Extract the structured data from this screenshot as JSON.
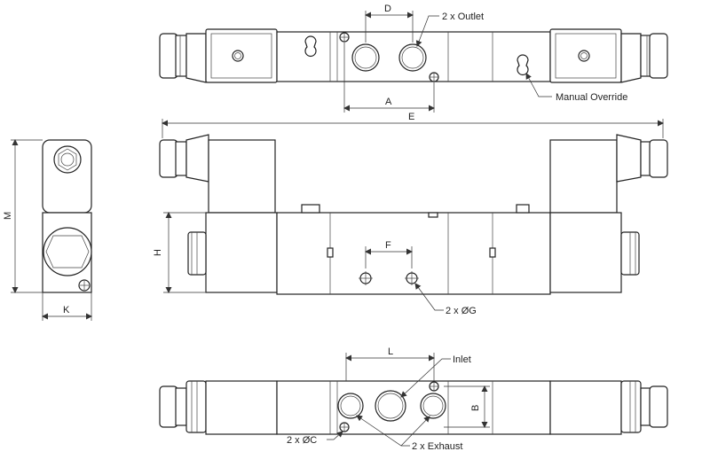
{
  "labels": {
    "outlet": "2 x Outlet",
    "manual_override": "Manual Override",
    "g_holes": "2 x ØG",
    "inlet": "Inlet",
    "c_holes": "2 x ØC",
    "exhaust": "2 x Exhaust"
  },
  "dims": {
    "a": "A",
    "b": "B",
    "d": "D",
    "e": "E",
    "f": "F",
    "h": "H",
    "k": "K",
    "l": "L",
    "m": "M"
  },
  "colors": {
    "line": "#222222",
    "background": "#ffffff"
  }
}
